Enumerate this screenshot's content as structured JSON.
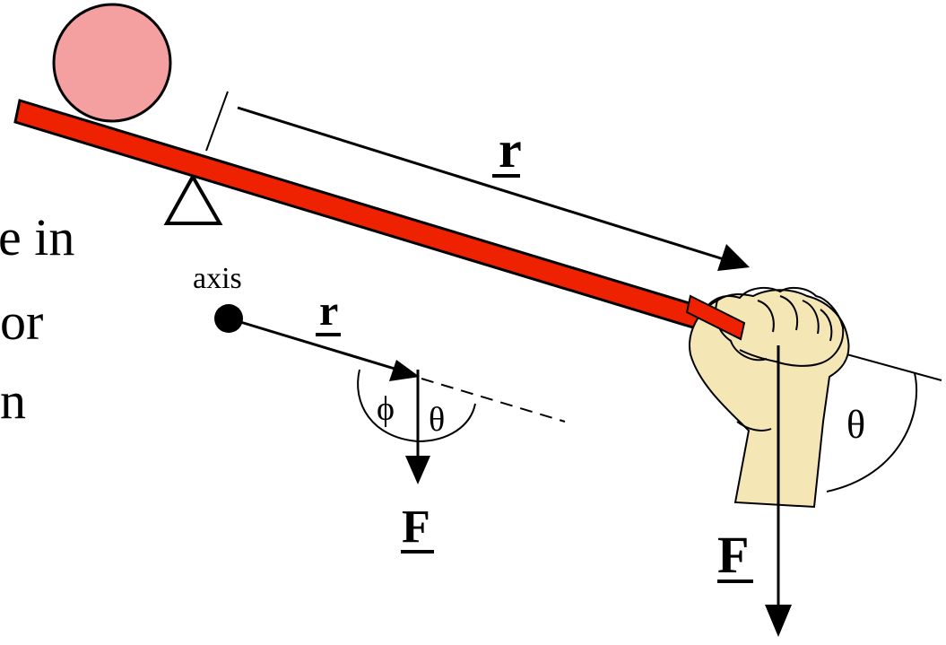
{
  "side_text": [
    "e in",
    "or",
    "n"
  ],
  "labels": {
    "axis": "axis",
    "r_lever": "r",
    "r_small": "r",
    "F_small": "F",
    "F_hand": "F",
    "theta_small": "θ",
    "phi_small": "ϕ",
    "theta_hand": "θ"
  },
  "colors": {
    "ball_fill": "#f4a0a0",
    "lever_fill": "#ee2200",
    "hand_fill": "#f5e6b6",
    "ink": "#000000"
  },
  "icons": [
    "ball",
    "lever",
    "fulcrum-triangle",
    "fist",
    "axis-dot"
  ]
}
